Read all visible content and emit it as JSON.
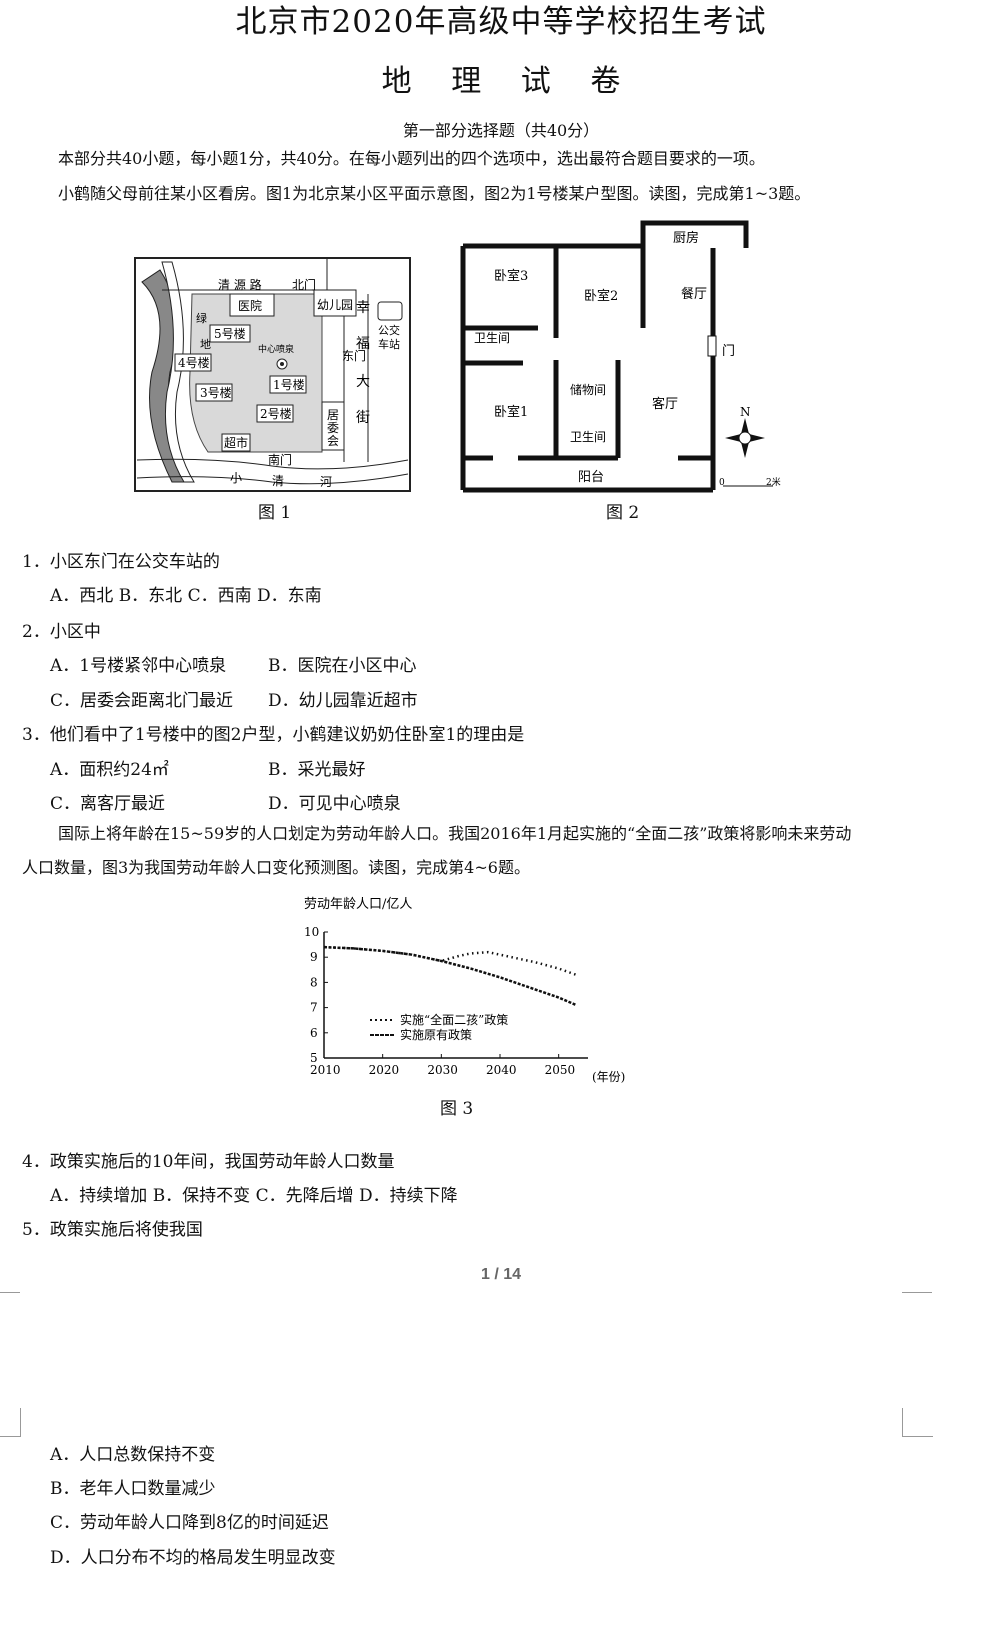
{
  "header": {
    "title": "北京市2020年高级中等学校招生考试",
    "subtitle_chars": [
      "地",
      "理",
      "试",
      "卷"
    ],
    "section": "第一部分选择题（共40分）"
  },
  "intro": {
    "instructions": "本部分共40小题，每小题1分，共40分。在每小题列出的四个选项中，选出最符合题目要求的一项。",
    "scenario": "小鹤随父母前往某小区看房。图1为北京某小区平面示意图，图2为1号楼某户型图。读图，完成第1~3题。"
  },
  "figure1": {
    "caption": "图 1",
    "labels": {
      "road_north": "清 源 路",
      "north_gate": "北门",
      "hospital": "医院",
      "kindergarten": "幼儿园",
      "green_1": "绿",
      "green_2": "地",
      "b5": "5号楼",
      "b4": "4号楼",
      "b3": "3号楼",
      "b2": "2号楼",
      "b1": "1号楼",
      "fountain": "中心喷泉",
      "bus_1": "公交",
      "bus_2": "车站",
      "east_gate": "东门",
      "street": [
        "幸",
        "福",
        "大",
        "街"
      ],
      "committee": [
        "居",
        "委",
        "会"
      ],
      "supermarket": "超市",
      "south_gate": "南门",
      "river": [
        "小",
        "清",
        "河"
      ]
    }
  },
  "figure2": {
    "caption": "图 2",
    "labels": {
      "kitchen": "厨房",
      "bedroom3": "卧室3",
      "bedroom2": "卧室2",
      "dining": "餐厅",
      "bathroom1": "卫生间",
      "door": "门",
      "storage": "储物间",
      "living": "客厅",
      "bedroom1": "卧室1",
      "bathroom2": "卫生间",
      "balcony": "阳台",
      "north": "N",
      "scale_0": "0",
      "scale_2": "2米"
    }
  },
  "questions_a": [
    {
      "stem": "1．小区东门在公交车站的",
      "options": [
        "A．西北",
        "B．东北",
        "C．西南",
        "D．东南"
      ]
    },
    {
      "stem": "2．小区中",
      "options": [
        "A．1号楼紧邻中心喷泉",
        "B．医院在小区中心",
        "C．居委会距离北门最近",
        "D．幼儿园靠近超市"
      ]
    },
    {
      "stem": "3．他们看中了1号楼中的图2户型，小鹤建议奶奶住卧室1的理由是",
      "options": [
        "A．面积约24㎡",
        "B．采光最好",
        "C．离客厅最近",
        "D．可见中心喷泉"
      ]
    }
  ],
  "intro2": {
    "line1": "国际上将年龄在15~59岁的人口划定为劳动年龄人口。我国2016年1月起实施的“全面二孩”政策将影响未来劳动",
    "line2": "人口数量，图3为我国劳动年龄人口变化预测图。读图，完成第4~6题。"
  },
  "chart_data": {
    "type": "line",
    "ylabel": "劳动年龄人口/亿人",
    "xlabel": "(年份)",
    "caption": "图 3",
    "xlim": [
      2010,
      2055
    ],
    "ylim": [
      5,
      10
    ],
    "x_ticks": [
      "2010",
      "2020",
      "2030",
      "2040",
      "2050"
    ],
    "y_ticks": [
      "5",
      "6",
      "7",
      "8",
      "9",
      "10"
    ],
    "series": [
      {
        "name": "实施“全面二孩”政策",
        "x": [
          2010,
          2015,
          2020,
          2025,
          2030,
          2033,
          2035,
          2038,
          2040,
          2043,
          2046,
          2050,
          2053
        ],
        "y": [
          9.4,
          9.35,
          9.25,
          9.1,
          8.85,
          9.05,
          9.15,
          9.2,
          9.1,
          8.95,
          8.8,
          8.55,
          8.3
        ]
      },
      {
        "name": "实施原有政策",
        "x": [
          2010,
          2015,
          2020,
          2025,
          2030,
          2035,
          2040,
          2045,
          2050,
          2053
        ],
        "y": [
          9.4,
          9.35,
          9.25,
          9.1,
          8.85,
          8.55,
          8.2,
          7.8,
          7.4,
          7.1
        ]
      }
    ]
  },
  "questions_b": [
    {
      "stem": "4．政策实施后的10年间，我国劳动年龄人口数量",
      "options": [
        "A．持续增加",
        "B．保持不变",
        "C．先降后增",
        "D．持续下降"
      ]
    },
    {
      "stem": "5．政策实施后将使我国"
    }
  ],
  "page_number": "1 / 14",
  "page2_options": [
    "A．人口总数保持不变",
    "B．老年人口数量减少",
    "C．劳动年龄人口降到8亿的时间延迟",
    "D．人口分布不均的格局发生明显改变"
  ]
}
